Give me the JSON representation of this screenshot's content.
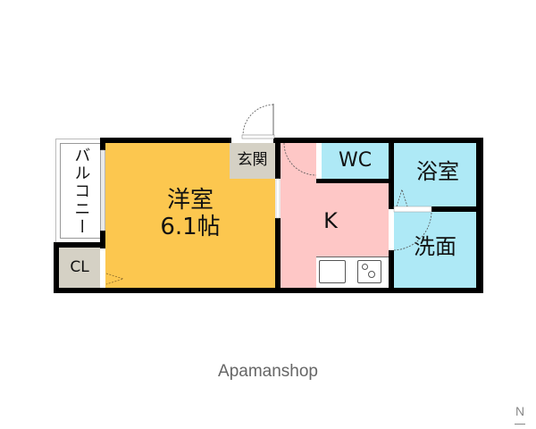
{
  "floorplan": {
    "rooms": [
      {
        "id": "western-room",
        "label": "洋室",
        "size": "6.1帖",
        "color": "#fcc74f"
      },
      {
        "id": "kitchen",
        "label": "K",
        "color": "#fec7c6"
      },
      {
        "id": "wc",
        "label": "WC",
        "color": "#aee9f6"
      },
      {
        "id": "bathroom",
        "label": "浴室",
        "color": "#aee9f6"
      },
      {
        "id": "washroom",
        "label": "洗面",
        "color": "#aee9f6"
      },
      {
        "id": "entrance",
        "label": "玄関",
        "color": "#d5d1c5"
      },
      {
        "id": "closet",
        "label": "CL",
        "color": "#d5d1c5"
      },
      {
        "id": "balcony",
        "label": "バルコニー",
        "color": "#ffffff"
      }
    ],
    "wall_color": "#000000"
  },
  "watermark": {
    "text": "Apamanshop"
  },
  "compass": {
    "label": "N"
  }
}
